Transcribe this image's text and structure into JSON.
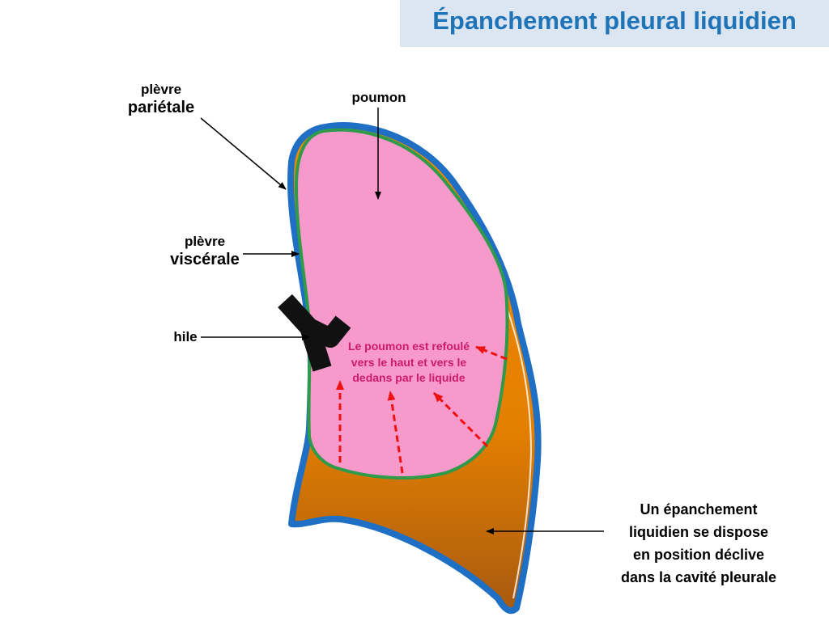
{
  "title": "Épanchement pleural liquidien",
  "labels": {
    "parietal_line1": "plèvre",
    "parietal_line2": "pariétale",
    "lung": "poumon",
    "visceral_line1": "plèvre",
    "visceral_line2": "viscérale",
    "hilum": "hile"
  },
  "note": "Le poumon est refoulé vers le haut et vers le dedans par le liquide",
  "effusion_text": {
    "line1": "Un épanchement",
    "line2": "liquidien se dispose",
    "line3": "en position déclive",
    "line4": "dans la cavité pleurale"
  },
  "colors": {
    "title_bg": "#dce6f2",
    "title_text": "#1f73b7",
    "parietal_pleura": "#1f6fc4",
    "visceral_pleura": "#2e9a4a",
    "lung": "#f799cb",
    "fluid_top": "#f08a00",
    "fluid_bottom": "#a85a10",
    "hilum": "#111111",
    "push_arrows": "#ee1111",
    "note_text": "#cc1a6e"
  }
}
